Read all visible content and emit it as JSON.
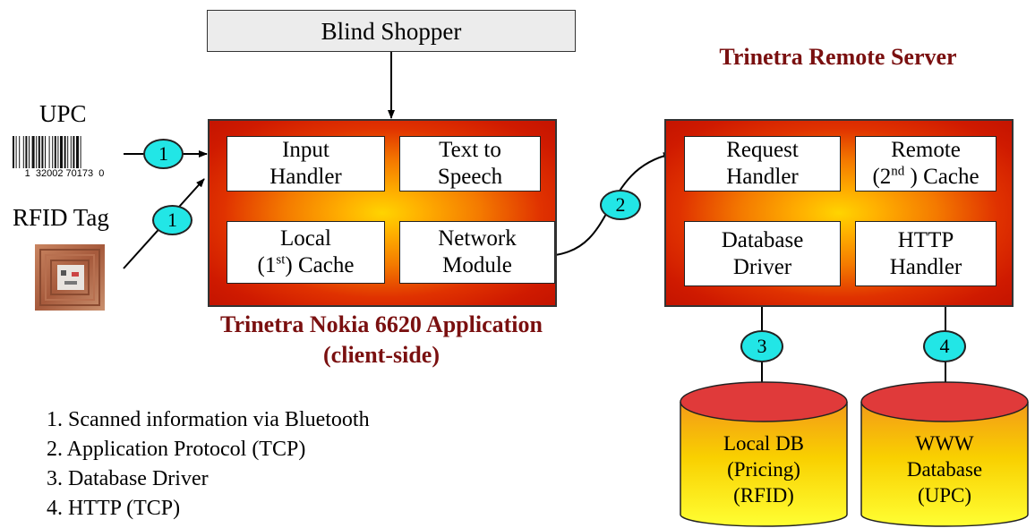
{
  "user_box": {
    "label": "Blind Shopper"
  },
  "client": {
    "title_line1": "Trinetra Nokia 6620 Application",
    "title_line2": "(client-side)",
    "modules": {
      "input_handler": [
        "Input",
        "Handler"
      ],
      "tts": [
        "Text to",
        "Speech"
      ],
      "local_cache": {
        "line1": "Local",
        "line2_pre": "(1",
        "line2_sup": "st",
        "line2_post": ") Cache"
      },
      "network_module": [
        "Network",
        "Module"
      ]
    }
  },
  "server": {
    "title": "Trinetra Remote Server",
    "modules": {
      "request_handler": [
        "Request",
        "Handler"
      ],
      "remote_cache": {
        "line1": "Remote",
        "line2_pre": "(2",
        "line2_sup": "nd",
        "line2_post": " ) Cache"
      },
      "database_driver": [
        "Database",
        "Driver"
      ],
      "http_handler": [
        "HTTP",
        "Handler"
      ]
    }
  },
  "inputs": {
    "upc_label": "UPC",
    "barcode_digits": "1  32002 70173  0",
    "rfid_label": "RFID Tag"
  },
  "databases": {
    "local": [
      "Local DB",
      "(Pricing)",
      "(RFID)"
    ],
    "www": [
      "WWW",
      "Database",
      "(UPC)"
    ]
  },
  "markers": {
    "m1a": "1",
    "m1b": "1",
    "m2": "2",
    "m3": "3",
    "m4": "4"
  },
  "legend": [
    "1. Scanned information via Bluetooth",
    "2. Application Protocol (TCP)",
    "3. Database Driver",
    "4. HTTP (TCP)"
  ],
  "colors": {
    "title": "#7a1010",
    "marker": "#22e6e6",
    "db_top": "#e03a3a"
  }
}
